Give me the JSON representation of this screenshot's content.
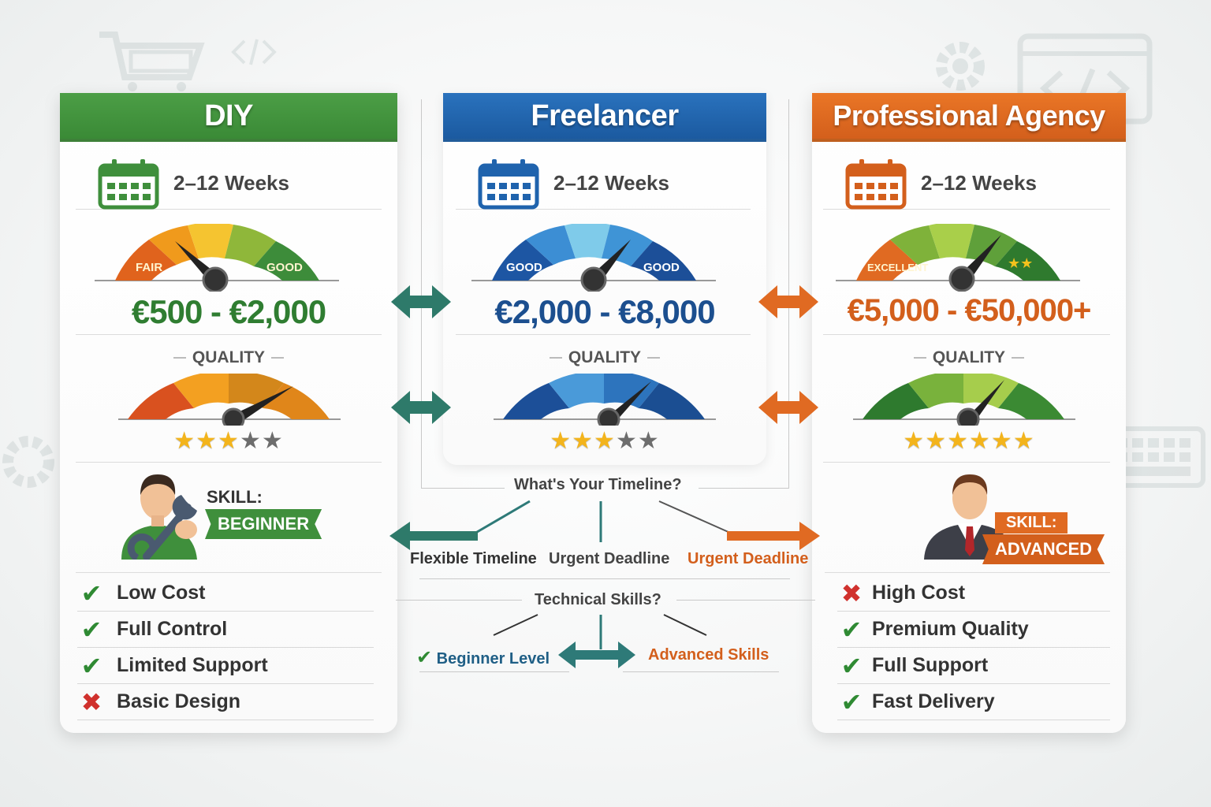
{
  "colors": {
    "diy": "#3f8f3c",
    "freelancer": "#1f63ad",
    "agency": "#e06a22",
    "teal": "#2e7a78",
    "check": "#2f8a33",
    "cross": "#d0312d",
    "star": "#f3b41c"
  },
  "columns": [
    {
      "id": "diy",
      "title": "DIY",
      "weeks": "2–12 Weeks",
      "gauge_left": "FAIR",
      "gauge_right": "GOOD",
      "price": "€500 - €2,000",
      "quality_label": "QUALITY",
      "stars": 3,
      "stars_total": 5,
      "skill_label": "SKILL:",
      "skill_value": "BEGINNER",
      "features": [
        {
          "icon": "check-icon",
          "text": "Low Cost"
        },
        {
          "icon": "check-icon",
          "text": "Full Control"
        },
        {
          "icon": "check-icon",
          "text": "Limited Support"
        },
        {
          "icon": "cross-icon",
          "text": "Basic Design"
        }
      ]
    },
    {
      "id": "freelancer",
      "title": "Freelancer",
      "weeks": "2–12 Weeks",
      "gauge_left": "GOOD",
      "gauge_right": "GOOD",
      "price": "€2,000 - €8,000",
      "quality_label": "QUALITY",
      "stars": 3,
      "stars_total": 5
    },
    {
      "id": "agency",
      "title": "Professional Agency",
      "weeks": "2–12 Weeks",
      "gauge_left": "EXCELLENT",
      "gauge_right": "★★",
      "price": "€5,000 - €50,000+",
      "quality_label": "QUALITY",
      "stars": 6,
      "stars_total": 6,
      "skill_label": "SKILL:",
      "skill_value": "ADVANCED",
      "features": [
        {
          "icon": "cross-icon",
          "text": "High Cost"
        },
        {
          "icon": "check-icon",
          "text": "Premium Quality"
        },
        {
          "icon": "check-icon",
          "text": "Full Support"
        },
        {
          "icon": "check-icon",
          "text": "Fast Delivery"
        }
      ]
    }
  ],
  "flow": {
    "timeline_question": "What's Your Timeline?",
    "timeline_options": [
      "Flexible Timeline",
      "Urgent Deadline",
      "Urgent Deadline"
    ],
    "skills_question": "Technical Skills?",
    "skill_options": [
      "Beginner Level",
      "Advanced Skills"
    ]
  }
}
